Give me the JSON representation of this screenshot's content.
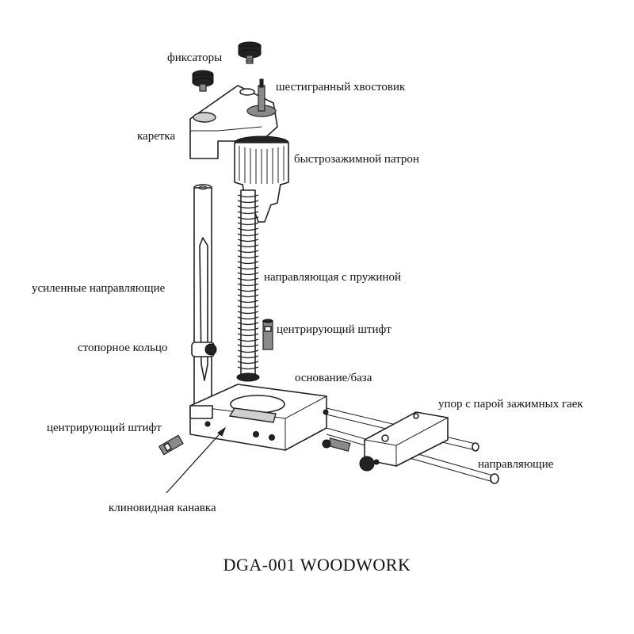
{
  "labels": {
    "fixators": "фиксаторы",
    "hex_shank": "шестигранный хвостовик",
    "carriage": "каретка",
    "chuck": "быстрозажимной патрон",
    "reinforced_guides": "усиленные направляющие",
    "spring_guide": "направляющая с пружиной",
    "centering_pin_right": "центрирующий штифт",
    "stop_ring": "стопорное кольцо",
    "base": "основание/база",
    "stop_with_nuts": "упор с парой зажимных гаек",
    "centering_pin_left": "центрирующий штифт",
    "guides": "направляющие",
    "v_groove": "клиновидная канавка"
  },
  "caption": "DGA-001 WOODWORK",
  "colors": {
    "line": "#222222",
    "background": "#ffffff"
  }
}
